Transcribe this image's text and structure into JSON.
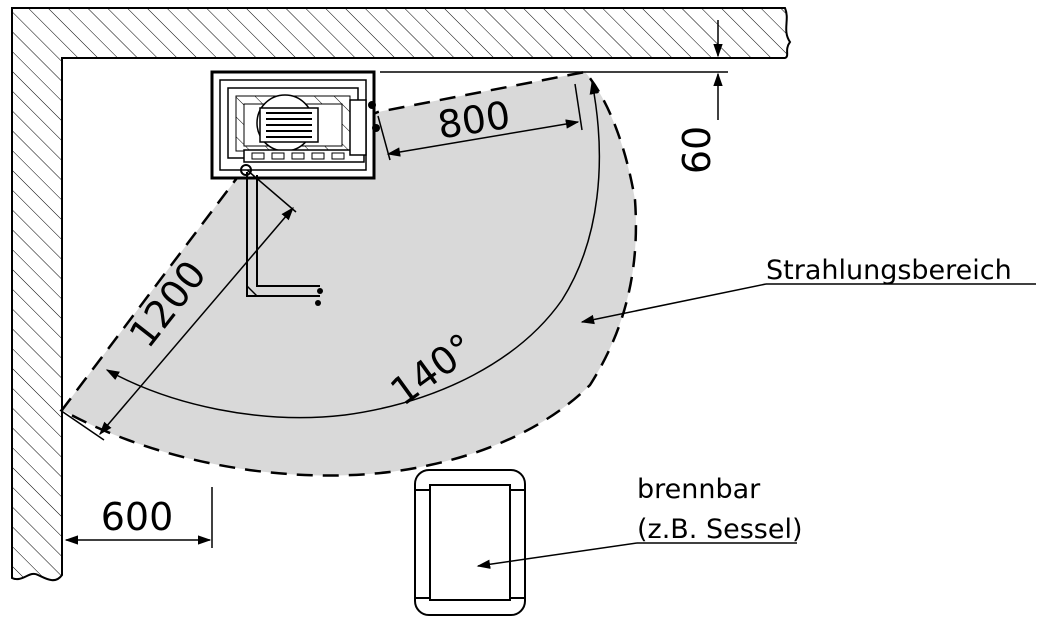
{
  "dimensions": {
    "wall_gap": "60",
    "front_distance": "800",
    "side_distance": "1200",
    "lateral_distance": "600",
    "angle": "140°"
  },
  "labels": {
    "radiation_area": "Strahlungsbereich",
    "combustible_line1": "brennbar",
    "combustible_line2": "(z.B. Sessel)"
  },
  "colors": {
    "radiation_fill": "#d9d9d9",
    "line": "#000000",
    "background": "#ffffff"
  }
}
